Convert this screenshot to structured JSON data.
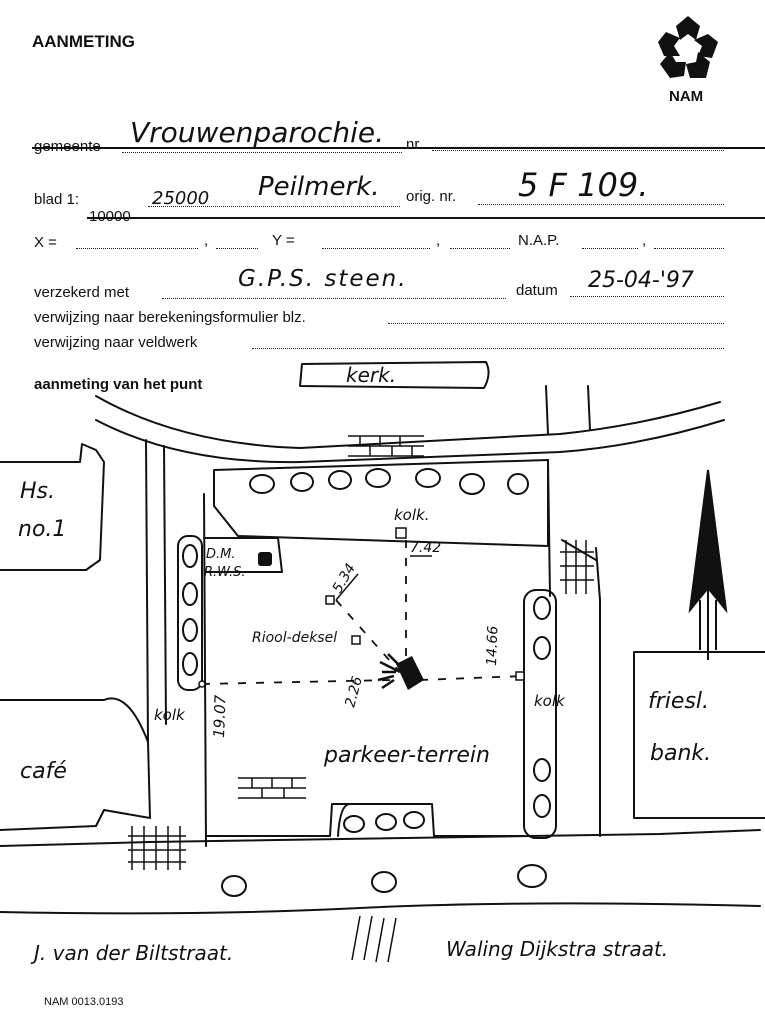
{
  "header": {
    "title": "AANMETING",
    "org": "NAM"
  },
  "form": {
    "gemeente_label": "gemeente",
    "gemeente_value": "Vrouwenparochie.",
    "nr_label": "nr.",
    "blad_label": "blad 1:",
    "blad_struck": "10000",
    "blad_value": "25000",
    "blad_mid_value": "Peilmerk.",
    "orig_nr_label": "orig. nr.",
    "orig_nr_value": "5 F 109.",
    "x_label": "X =",
    "comma1": ",",
    "y_label": "Y =",
    "comma2": ",",
    "nap_label": "N.A.P.",
    "comma3": ",",
    "verzekerd_label": "verzekerd met",
    "verzekerd_value": "G.P.S. steen.",
    "datum_label": "datum",
    "datum_value": "25-04-'97",
    "verwijzing1_label": "verwijzing naar berekeningsformulier blz.",
    "verwijzing2_label": "verwijzing naar veldwerk",
    "aanmeting_label": "aanmeting van het punt"
  },
  "sketch": {
    "kerk": "kerk.",
    "hs": "Hs.",
    "no1": "no.1",
    "kolk_top": "kolk.",
    "dm": "D.M.",
    "rws": "R.W.S.",
    "m742": "7.42",
    "m534": "5.34",
    "riool": "Riool-deksel",
    "m226": "2.26",
    "m1466": "14.66",
    "kolk_right": "kolk",
    "kolk_left": "kolk",
    "m1907": "19.07",
    "parkeer": "parkeer-terrein",
    "cafe": "café",
    "friesl": "friesl.",
    "bank": "bank.",
    "street1": "J. van der Biltstraat.",
    "street2": "Waling Dijkstra straat."
  },
  "footer": {
    "code": "NAM 0013.0193"
  }
}
